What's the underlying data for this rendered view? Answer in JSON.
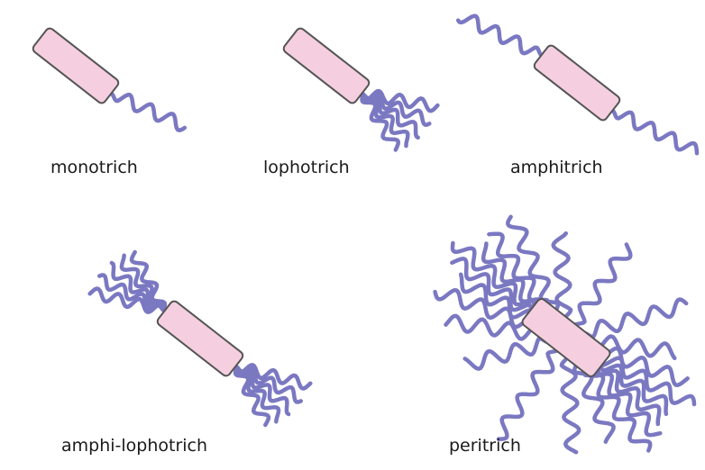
{
  "colors": {
    "flagellum": "#7b78c2",
    "body_fill": "#f5cfe0",
    "body_stroke": "#555555",
    "label": "#1a1a1a"
  },
  "labels": {
    "monotrich": "monotrich",
    "lophotrich": "lophotrich",
    "amphitrich": "amphitrich",
    "amphi_lophotrich": "amphi-lophotrich",
    "peritrich": "peritrich"
  }
}
